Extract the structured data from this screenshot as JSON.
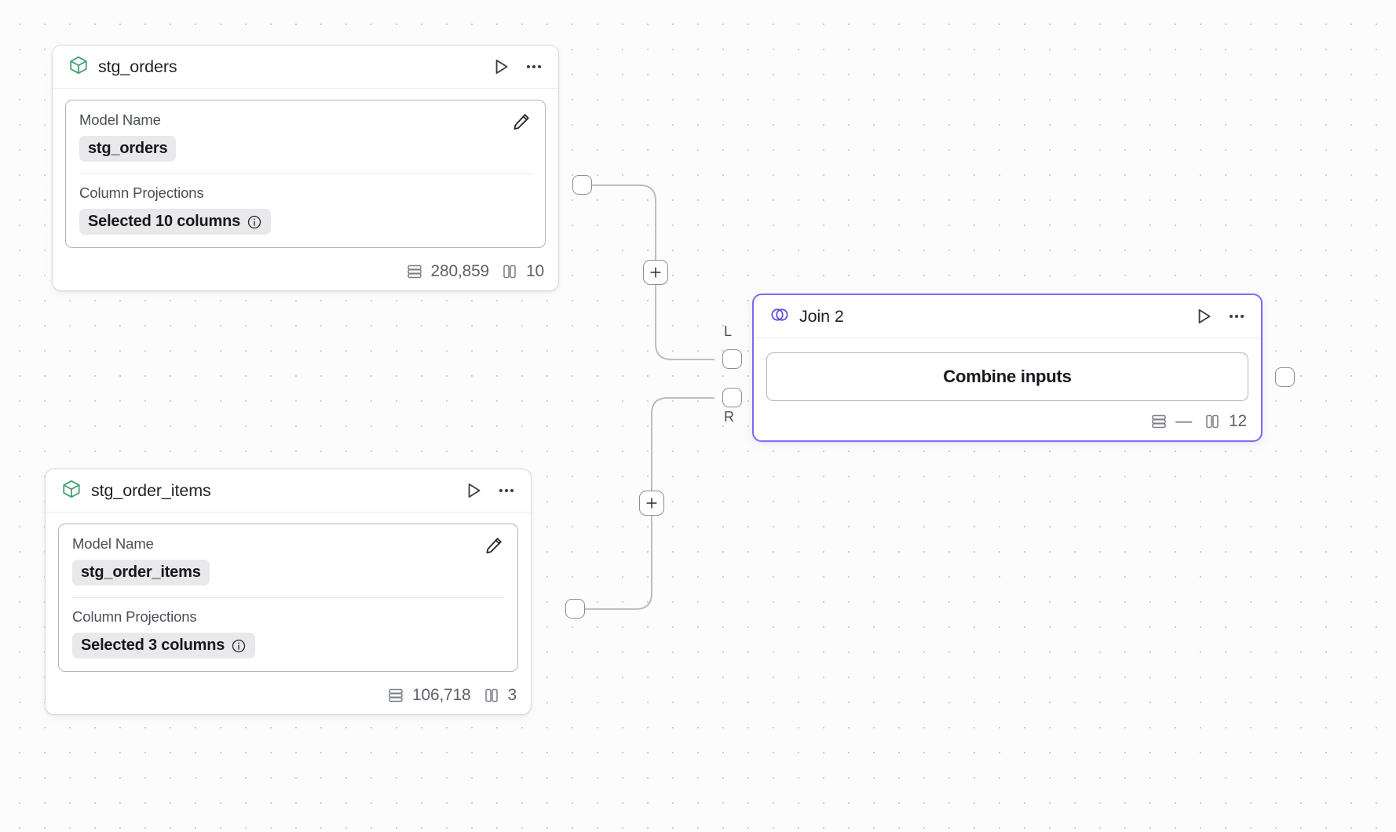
{
  "canvas": {
    "background_color": "#fcfcfd",
    "dot_color": "#cfcfd6",
    "accent_color": "#7c6cf5"
  },
  "nodes": [
    {
      "id": "stg_orders",
      "title": "stg_orders",
      "icon": "cube-icon",
      "icon_color": "#3f9e6e",
      "selected": false,
      "fields": {
        "model_name_label": "Model Name",
        "model_name_value": "stg_orders",
        "column_projections_label": "Column Projections",
        "column_projections_value": "Selected 10 columns"
      },
      "footer": {
        "rows_label": "280,859",
        "columns_label": "10"
      }
    },
    {
      "id": "stg_order_items",
      "title": "stg_order_items",
      "icon": "cube-icon",
      "icon_color": "#3f9e6e",
      "selected": false,
      "fields": {
        "model_name_label": "Model Name",
        "model_name_value": "stg_order_items",
        "column_projections_label": "Column Projections",
        "column_projections_value": "Selected 3 columns"
      },
      "footer": {
        "rows_label": "106,718",
        "columns_label": "3"
      }
    },
    {
      "id": "join_2",
      "title": "Join 2",
      "icon": "venn-join-icon",
      "icon_color": "#5b4bdd",
      "selected": true,
      "action_label": "Combine inputs",
      "footer": {
        "rows_label": "—",
        "columns_label": "12"
      }
    }
  ],
  "ports": {
    "left_input_label": "L",
    "right_input_label": "R"
  },
  "edge_controls": {
    "add_label": "+"
  },
  "icons": {
    "run": "play-icon",
    "menu": "more-options-icon",
    "edit": "pencil-icon",
    "info": "info-icon",
    "rows": "rows-icon",
    "columns": "columns-icon"
  }
}
